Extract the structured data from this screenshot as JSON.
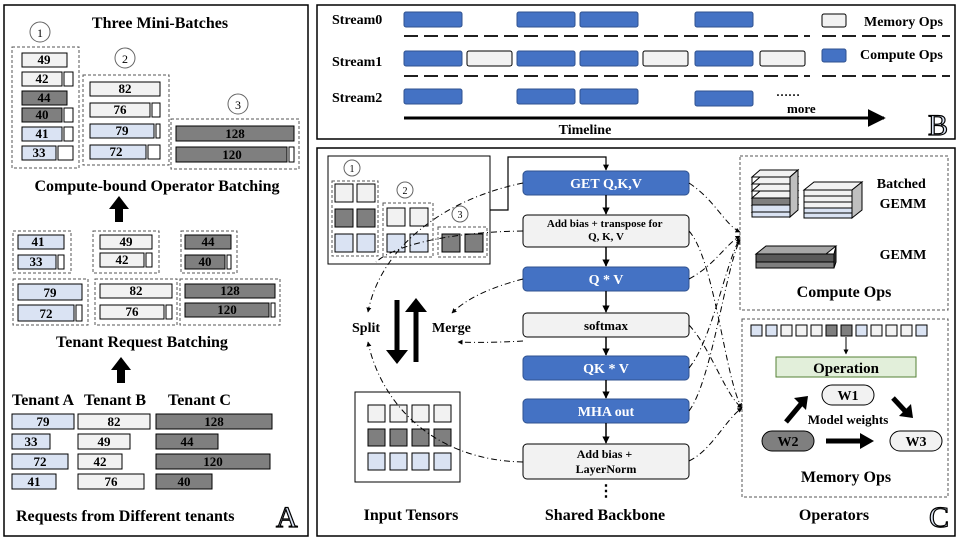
{
  "colors": {
    "compute_blue": "#4472c4",
    "memory_white": "#f2f2f2",
    "tenant_a": "#dae3f3",
    "tenant_b": "#f2f2f2",
    "tenant_c": "#7f7f7f",
    "dark_gray": "#404040"
  },
  "panel_a": {
    "corner_label": "A",
    "heading_top": "Three Mini-Batches",
    "caption_compute": "Compute-bound Operator Batching",
    "caption_tenant": "Tenant Request Batching",
    "tenants": [
      "Tenant A",
      "Tenant B",
      "Tenant C"
    ],
    "caption_bottom": "Requests from Different tenants",
    "circle_labels": [
      "1",
      "2",
      "3"
    ],
    "tenant_a_requests": [
      "79",
      "33",
      "72",
      "41"
    ],
    "tenant_b_requests": [
      "82",
      "49",
      "42",
      "76"
    ],
    "tenant_c_requests": [
      "128",
      "44",
      "120",
      "40"
    ],
    "batch1": [
      "49",
      "42",
      "44",
      "40",
      "41",
      "33"
    ],
    "batch2": [
      "82",
      "76",
      "79",
      "72"
    ],
    "batch3": [
      "128",
      "120"
    ],
    "tenant_batching": {
      "g1": [
        "41",
        "33"
      ],
      "g2": [
        "49",
        "42"
      ],
      "g3": [
        "44",
        "40"
      ],
      "g4": [
        "79",
        "72"
      ],
      "g5": [
        "82",
        "76"
      ],
      "g6": [
        "128",
        "120"
      ]
    }
  },
  "panel_b": {
    "corner_label": "B",
    "streams": [
      "Stream0",
      "Stream1",
      "Stream2"
    ],
    "legend_memory": "Memory Ops",
    "legend_compute": "Compute Ops",
    "more_label": "more",
    "ellipsis": "……",
    "timeline_label": "Timeline"
  },
  "panel_c": {
    "corner_label": "C",
    "backbone_ops": [
      "GET Q,K,V",
      "Add bias + transpose for Q, K, V",
      "Q * V",
      "softmax",
      "QK * V",
      "MHA out",
      "Add bias + LayerNorm"
    ],
    "split_label": "Split",
    "merge_label": "Merge",
    "input_tensors_label": "Input Tensors",
    "shared_backbone_label": "Shared Backbone",
    "operators_label": "Operators",
    "batched_gemm_label": "Batched GEMM",
    "gemm_label": "GEMM",
    "compute_ops_label": "Compute Ops",
    "operation_label": "Operation",
    "w1": "W1",
    "w2": "W2",
    "w3": "W3",
    "model_weights_label": "Model weights",
    "memory_ops_label": "Memory Ops",
    "circle_labels": [
      "1",
      "2",
      "3"
    ],
    "vdots": "⋮"
  }
}
